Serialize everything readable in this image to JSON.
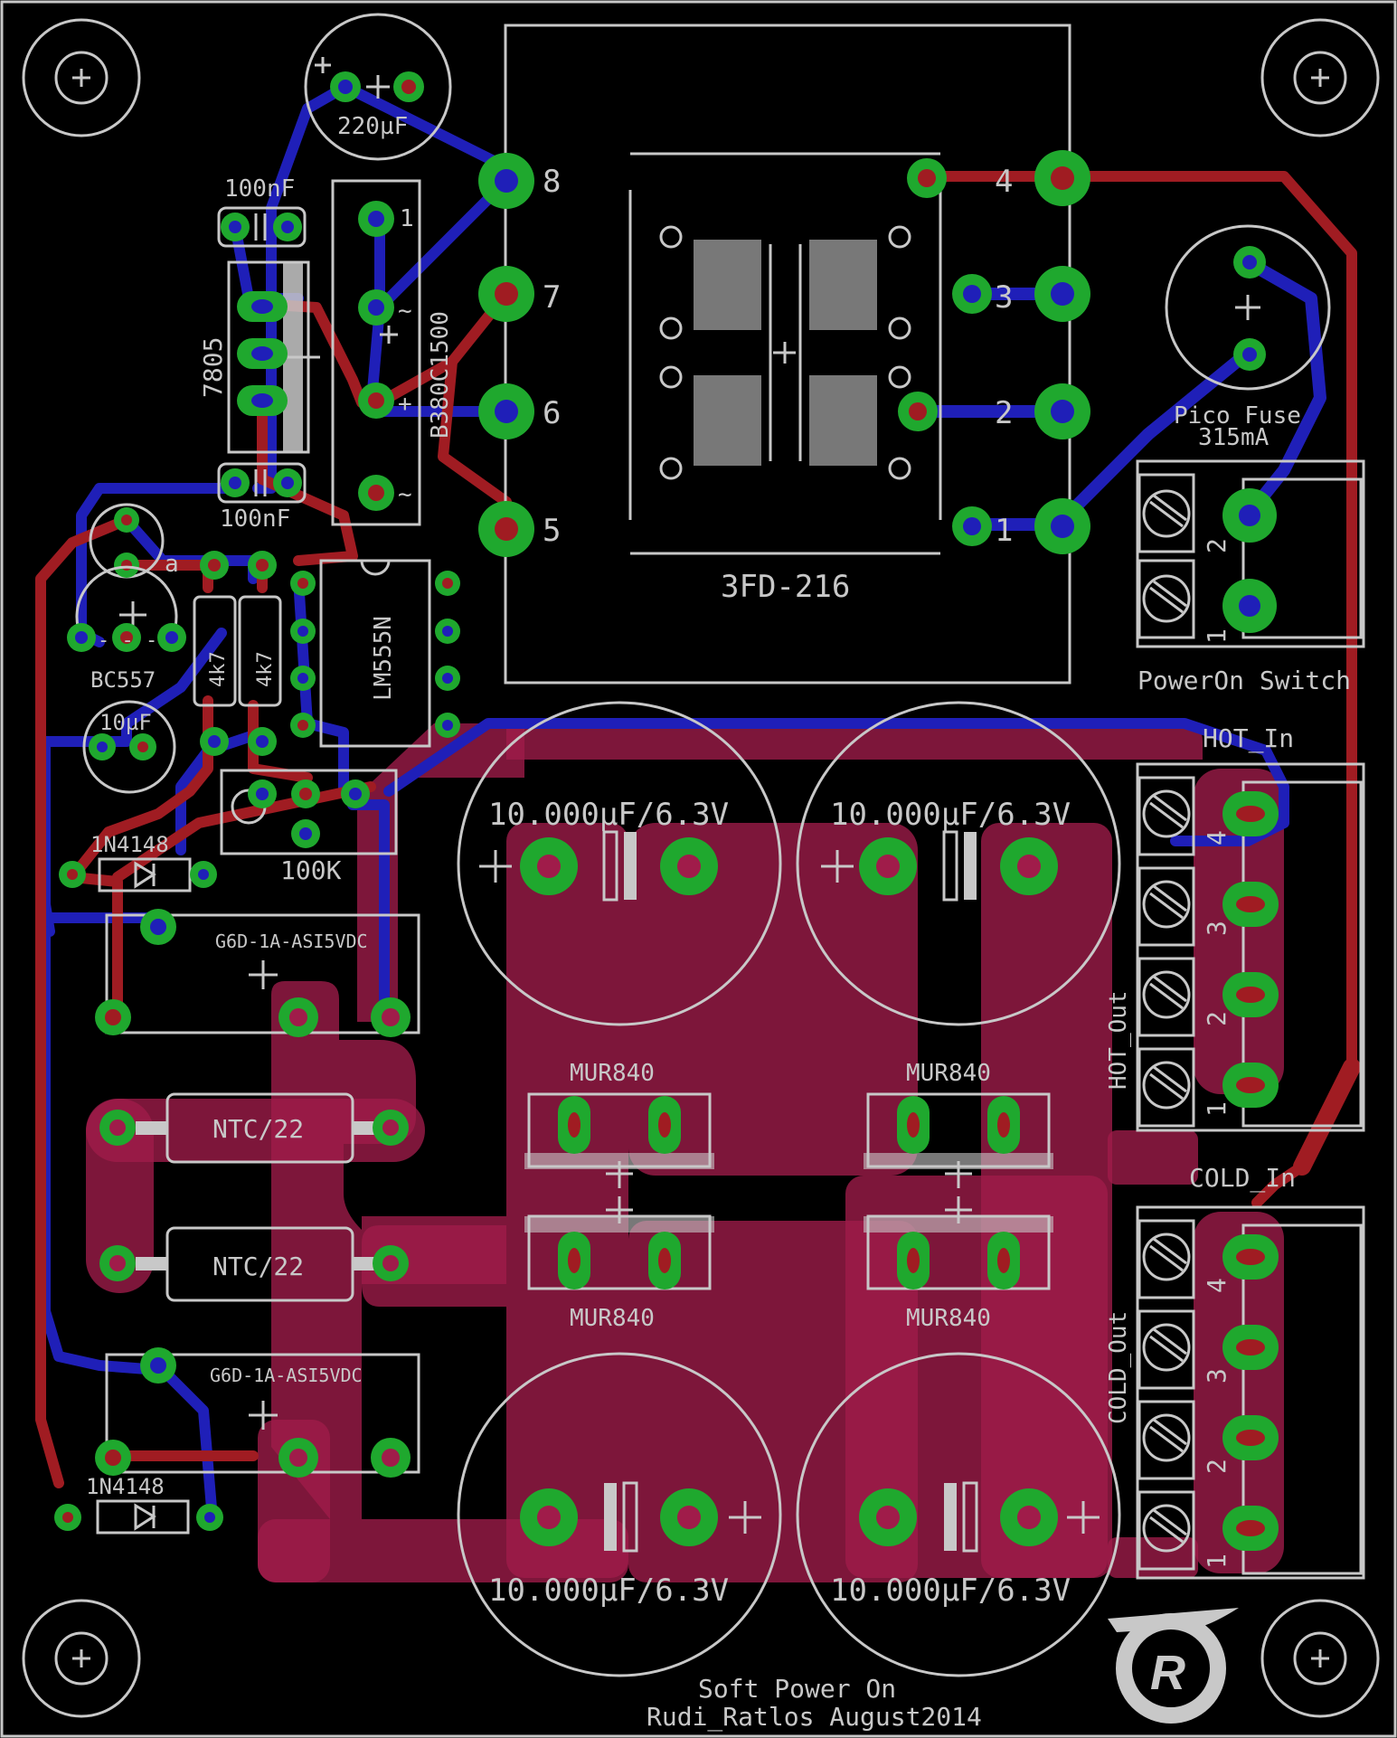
{
  "board": {
    "transformer": {
      "name": "3FD-216",
      "pins": [
        "8",
        "7",
        "6",
        "5",
        "4",
        "3",
        "2",
        "1"
      ]
    },
    "components": [
      {
        "id": "c1",
        "value": "220µF"
      },
      {
        "id": "c2",
        "value": "100nF"
      },
      {
        "id": "c3",
        "value": "100nF"
      },
      {
        "id": "u1",
        "value": "7805"
      },
      {
        "id": "br1",
        "value": "B380C1500"
      },
      {
        "id": "q1",
        "value": "BC557"
      },
      {
        "id": "r1",
        "value": "4k7"
      },
      {
        "id": "r2",
        "value": "4k7"
      },
      {
        "id": "u2",
        "value": "LM555N"
      },
      {
        "id": "c4",
        "value": "10µF"
      },
      {
        "id": "rv1",
        "value": "100K"
      },
      {
        "id": "d1",
        "value": "1N4148"
      },
      {
        "id": "d2",
        "value": "1N4148"
      },
      {
        "id": "k1",
        "value": "G6D-1A-ASI5VDC"
      },
      {
        "id": "k2",
        "value": "G6D-1A-ASI5VDC"
      },
      {
        "id": "ntc1",
        "value": "NTC/22"
      },
      {
        "id": "ntc2",
        "value": "NTC/22"
      },
      {
        "id": "d3",
        "value": "MUR840"
      },
      {
        "id": "d4",
        "value": "MUR840"
      },
      {
        "id": "d5",
        "value": "MUR840"
      },
      {
        "id": "d6",
        "value": "MUR840"
      },
      {
        "id": "cbig",
        "value": "10.000µF/6.3V"
      }
    ],
    "fuse": {
      "line1": "Pico Fuse",
      "line2": "315mA"
    },
    "connectors": {
      "power_switch": {
        "label": "PowerOn Switch",
        "pins": [
          "2",
          "1"
        ]
      },
      "hot_in": {
        "label": "HOT_In"
      },
      "hot_out": {
        "label": "HOT_Out",
        "pins": [
          "4",
          "3",
          "2",
          "1"
        ]
      },
      "cold_in": {
        "label": "COLD_In"
      },
      "cold_out": {
        "label": "COLD_Out",
        "pins": [
          "4",
          "3",
          "2",
          "1"
        ]
      }
    },
    "marks": {
      "q1_pin_marker": "a",
      "q1_pins": "-  -  -"
    },
    "footer": {
      "line1": "Soft Power On",
      "line2": "Rudi_Ratlos August2014"
    },
    "logo_text": "R",
    "colors": {
      "background": "#000000",
      "top_copper": "#a01c22",
      "bottom_copper": "#1f1fb8",
      "pad": "#1fa82e",
      "silk": "#c8c8c8",
      "pour": "#a01c4a"
    }
  }
}
